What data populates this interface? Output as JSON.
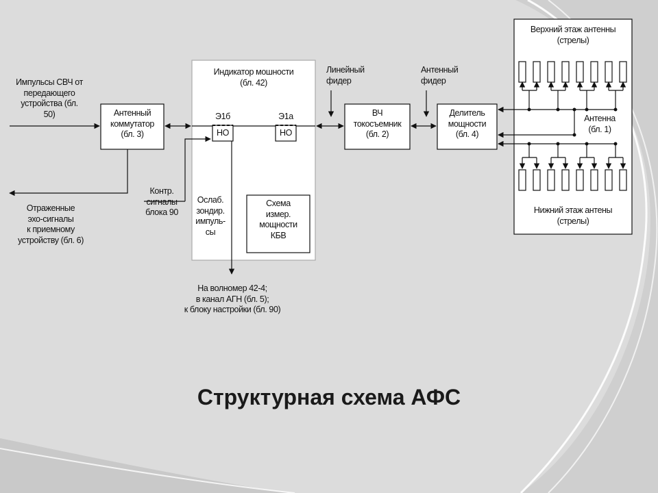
{
  "title": "Структурная схема АФС",
  "labels": {
    "input_pulses": "Импульсы СВЧ от\nпередающего\nустройства (бл.\n50)",
    "reflected": "Отраженные\nэхо-сигналы\nк приемному\nустройству (бл. 6)",
    "switch_block": "Антенный\nкоммутатор\n(бл. 3)",
    "control_signals": "Контр.\nсигналы\nблока 90",
    "power_indicator": "Индикатор мошности\n(бл. 42)",
    "e1b": "Э1б",
    "e1a": "Э1а",
    "coupler_b": "НО",
    "coupler_a": "НО",
    "attenuated": "Ослаб.\nзондир.\nимпуль-\nсы",
    "measure_circuit": "Схема\nизмер.\nмощности\nКБВ",
    "line_feeder": "Линейный\nфидер",
    "hf_joint": "ВЧ\nтокосъемник\n(бл. 2)",
    "antenna_feeder": "Антенный\nфидер",
    "divider": "Делитель\nмощности\n(бл. 4)",
    "upper_tier": "Верхний этаж антенны\n(стрелы)",
    "antenna": "Антенна\n(бл. 1)",
    "lower_tier": "Нижний этаж антены\n(стрелы)",
    "outputs": "На волномер 42-4;\nв канал АГН (бл. 5);\nк блоку настройки (бл. 90)"
  }
}
